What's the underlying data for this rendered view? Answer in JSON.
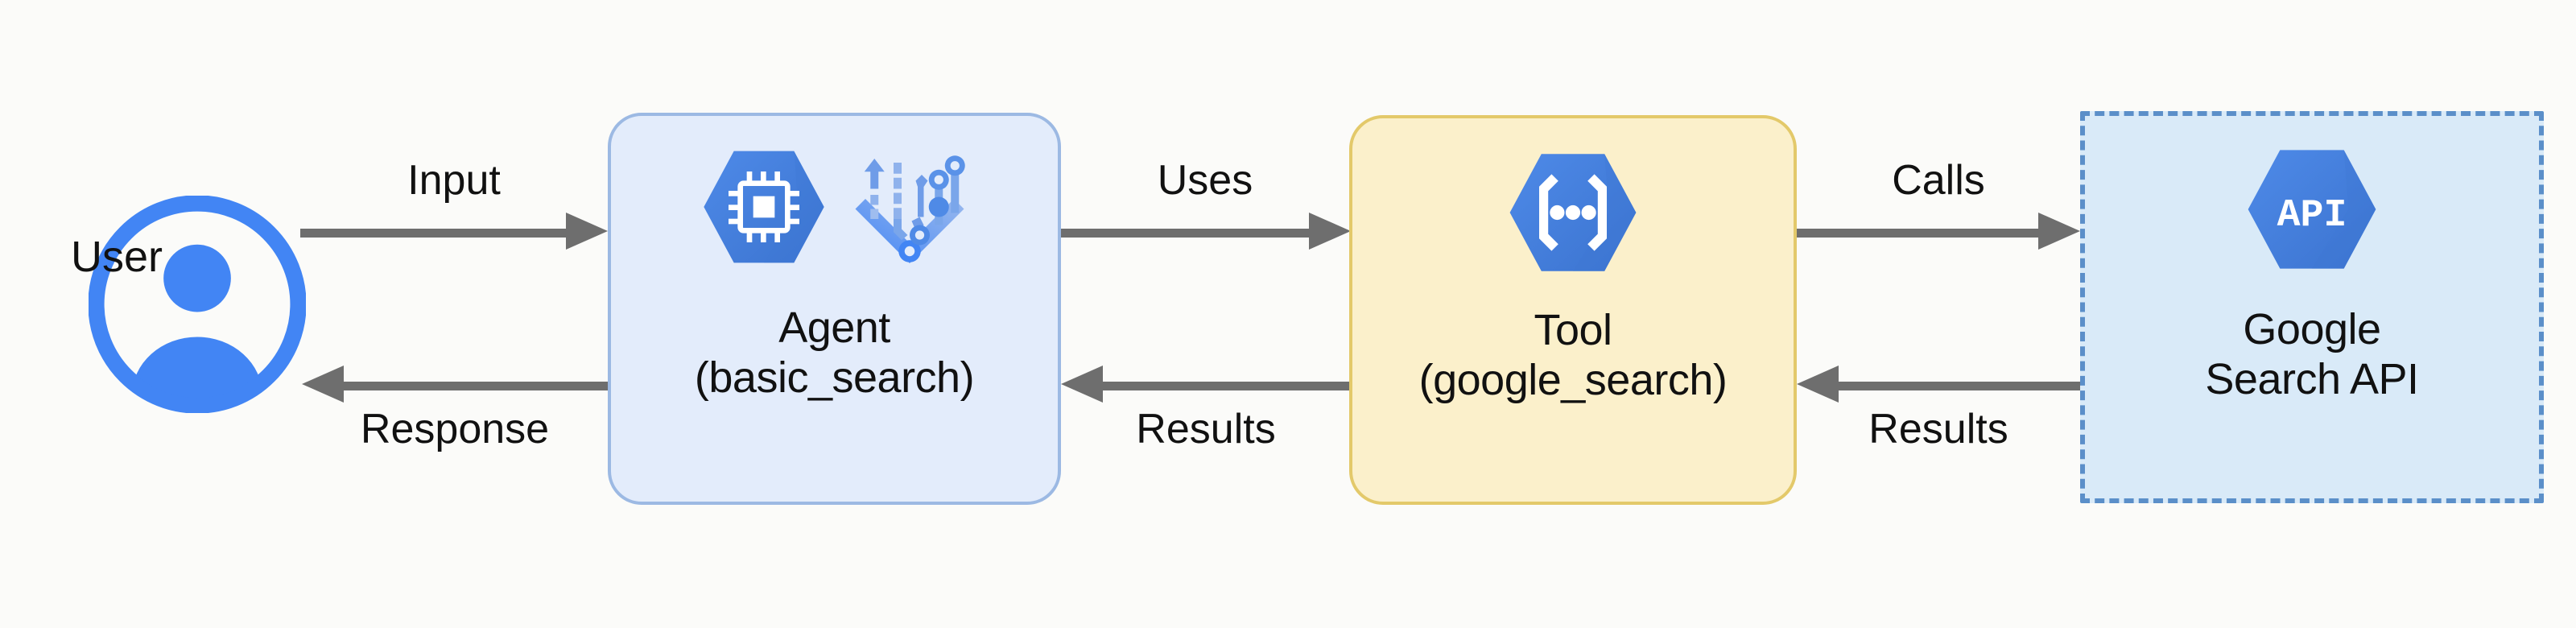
{
  "diagram": {
    "title": "Agent tool-use flow with Google Search API",
    "background_color": "#fbfbf9",
    "nodes": [
      {
        "id": "user",
        "label": "User",
        "shape": "avatar-circle",
        "icon": "user-avatar-icon",
        "accent_color": "#4285f4"
      },
      {
        "id": "agent",
        "label": "Agent\n(basic_search)",
        "label_line1": "Agent",
        "label_line2": "(basic_search)",
        "shape": "rounded-rect",
        "fill_color": "#e3ecfb",
        "border_color": "#9cb9e3",
        "border_style": "solid",
        "icons": [
          "cpu-hexagon-icon",
          "vertex-ai-icon"
        ]
      },
      {
        "id": "tool",
        "label": "Tool\n(google_search)",
        "label_line1": "Tool",
        "label_line2": "(google_search)",
        "shape": "rounded-rect",
        "fill_color": "#fbf0cb",
        "border_color": "#e3c96a",
        "border_style": "solid",
        "icons": [
          "api-brackets-hexagon-icon"
        ]
      },
      {
        "id": "google_search_api",
        "label": "Google\nSearch API",
        "label_line1": "Google",
        "label_line2": "Search API",
        "shape": "dashed-rect",
        "fill_color": "#d9eaf8",
        "border_color": "#5b8fc9",
        "border_style": "dashed",
        "icons": [
          "api-hexagon-icon"
        ],
        "icon_text": "API"
      }
    ],
    "edges": [
      {
        "id": "input",
        "from": "user",
        "to": "agent",
        "label": "Input",
        "direction": "right"
      },
      {
        "id": "response",
        "from": "agent",
        "to": "user",
        "label": "Response",
        "direction": "left"
      },
      {
        "id": "uses",
        "from": "agent",
        "to": "tool",
        "label": "Uses",
        "direction": "right"
      },
      {
        "id": "results-tool",
        "from": "tool",
        "to": "agent",
        "label": "Results",
        "direction": "left"
      },
      {
        "id": "calls",
        "from": "tool",
        "to": "google_search_api",
        "label": "Calls",
        "direction": "right"
      },
      {
        "id": "results-api",
        "from": "google_search_api",
        "to": "tool",
        "label": "Results",
        "direction": "left"
      }
    ],
    "arrow_color": "#6e6e6e"
  }
}
